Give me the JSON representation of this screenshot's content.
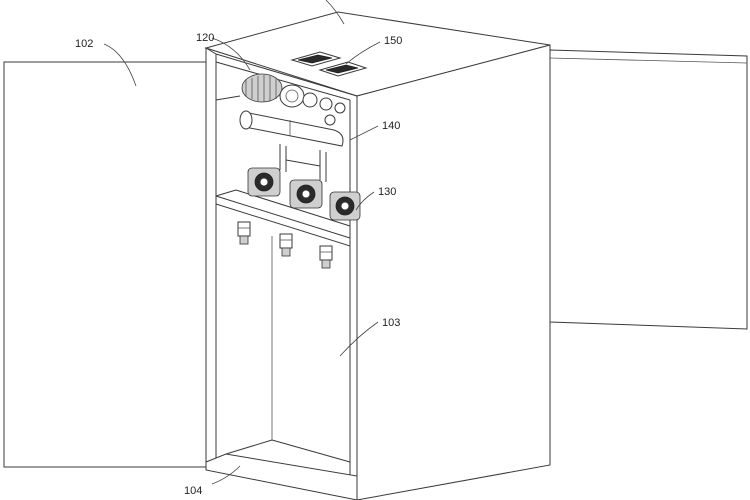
{
  "labels": {
    "door_left": "102",
    "cabinet_inner": "103",
    "base": "104",
    "motor": "120",
    "pumps": "130",
    "tank": "140",
    "panel": "150"
  }
}
